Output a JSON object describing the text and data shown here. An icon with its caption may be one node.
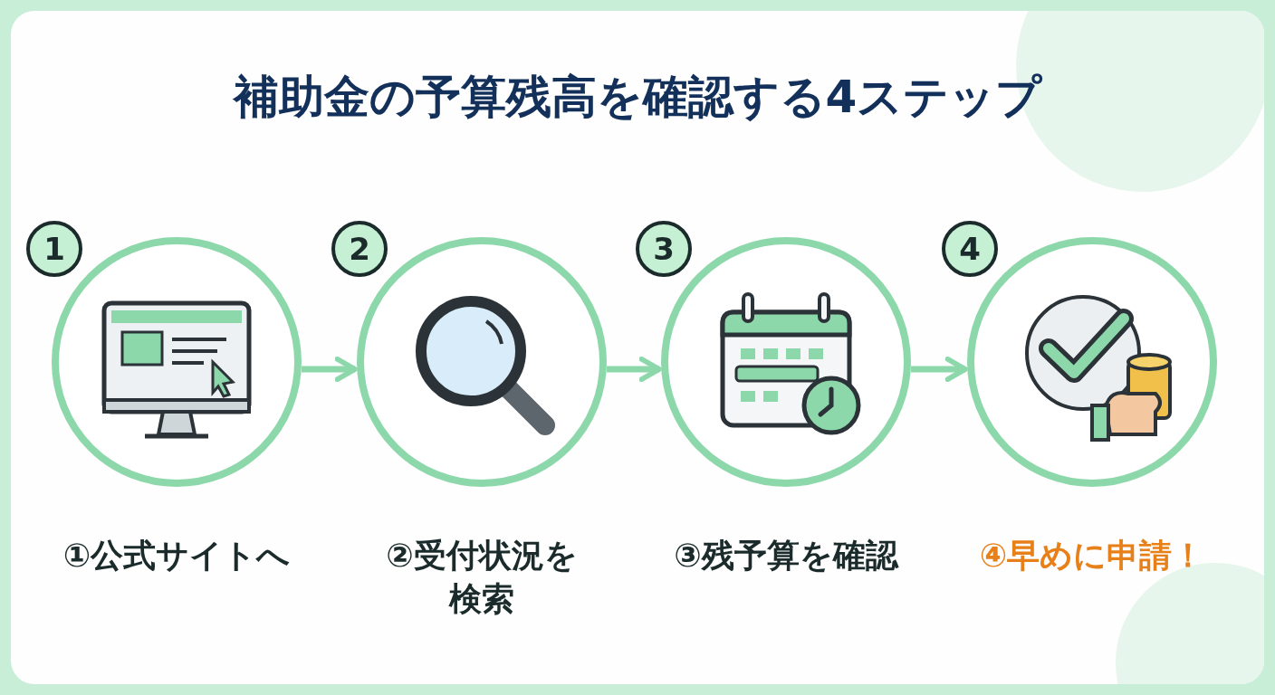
{
  "diagram": {
    "title": "補助金の予算残高を確認する4ステップ",
    "nodes": [
      {
        "text": [
          "1",
          "①公式サイトへ"
        ]
      },
      {
        "text": [
          "2",
          "②受付状況を検索"
        ]
      },
      {
        "text": [
          "3",
          "③残予算を確認"
        ]
      },
      {
        "text": [
          "4",
          "④早めに申請！"
        ]
      }
    ],
    "edges": [
      {
        "from": 0,
        "to": 1,
        "arrow": "to"
      },
      {
        "from": 1,
        "to": 2,
        "arrow": "to"
      },
      {
        "from": 2,
        "to": 3,
        "arrow": "to"
      }
    ]
  }
}
